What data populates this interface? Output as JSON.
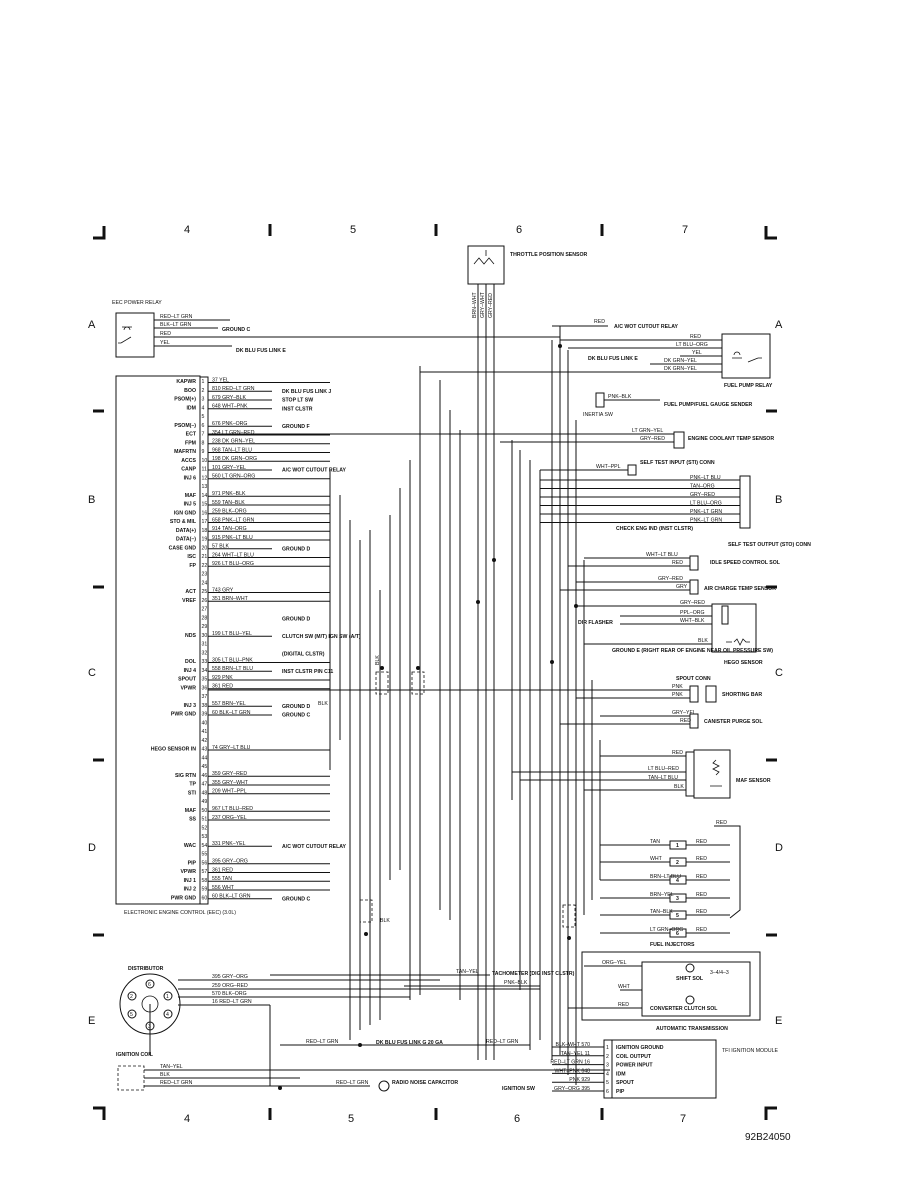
{
  "grid": {
    "columns": [
      "4",
      "5",
      "6",
      "7"
    ],
    "rows": [
      "A",
      "B",
      "C",
      "D",
      "E"
    ]
  },
  "figure_id": "92B24050",
  "eec_relay": {
    "title": "EEC POWER RELAY",
    "wires": [
      "RED–LT GRN",
      "BLK–LT GRN",
      "RED",
      "YEL"
    ],
    "ground": "GROUND C",
    "fuse": "DK BLU FUS LINK E"
  },
  "tps": {
    "title": "THROTTLE POSITION SENSOR",
    "wires": [
      "BRN–WHT",
      "GRY–WHT",
      "GRY–RED"
    ]
  },
  "ecm": {
    "label": "ELECTRONIC ENGINE CONTROL (EEC) (3.0L)",
    "pins": [
      {
        "n": "1",
        "name": "KAPWR",
        "wire": "37 YEL",
        "dest": ""
      },
      {
        "n": "2",
        "name": "BOO",
        "wire": "810 RED–LT GRN",
        "dest": "DK BLU FUS LINK J"
      },
      {
        "n": "3",
        "name": "PSOM(+)",
        "wire": "679 GRY–BLK",
        "dest": "STOP LT SW"
      },
      {
        "n": "4",
        "name": "IDM",
        "wire": "648 WHT–PNK",
        "dest": "INST CLSTR"
      },
      {
        "n": "5",
        "name": "",
        "wire": "",
        "dest": ""
      },
      {
        "n": "6",
        "name": "PSOM(–)",
        "wire": "676 PNK–ORG",
        "dest": "GROUND F"
      },
      {
        "n": "7",
        "name": "ECT",
        "wire": "354 LT GRN–RED",
        "dest": ""
      },
      {
        "n": "8",
        "name": "FPM",
        "wire": "238 DK GRN–YEL",
        "dest": ""
      },
      {
        "n": "9",
        "name": "MAFRTN",
        "wire": "968 TAN–LT BLU",
        "dest": ""
      },
      {
        "n": "10",
        "name": "ACCS",
        "wire": "198 DK GRN–ORG",
        "dest": ""
      },
      {
        "n": "11",
        "name": "CANP",
        "wire": "101 GRY–YEL",
        "dest": "A/C WOT CUTOUT RELAY"
      },
      {
        "n": "12",
        "name": "INJ 6",
        "wire": "560 LT GRN–ORG",
        "dest": ""
      },
      {
        "n": "13",
        "name": "",
        "wire": "",
        "dest": ""
      },
      {
        "n": "14",
        "name": "MAF",
        "wire": "971 PNK–BLK",
        "dest": ""
      },
      {
        "n": "15",
        "name": "INJ 5",
        "wire": "559 TAN–BLK",
        "dest": ""
      },
      {
        "n": "16",
        "name": "IGN GND",
        "wire": "259 BLK–ORG",
        "dest": ""
      },
      {
        "n": "17",
        "name": "STO & MIL",
        "wire": "658 PNK–LT GRN",
        "dest": ""
      },
      {
        "n": "18",
        "name": "DATA(+)",
        "wire": "914 TAN–ORG",
        "dest": ""
      },
      {
        "n": "19",
        "name": "DATA(–)",
        "wire": "915 PNK–LT BLU",
        "dest": ""
      },
      {
        "n": "20",
        "name": "CASE GND",
        "wire": "57 BLK",
        "dest": "GROUND D"
      },
      {
        "n": "21",
        "name": "ISC",
        "wire": "264 WHT–LT BLU",
        "dest": ""
      },
      {
        "n": "22",
        "name": "FP",
        "wire": "926 LT BLU–ORG",
        "dest": ""
      },
      {
        "n": "23",
        "name": "",
        "wire": "",
        "dest": ""
      },
      {
        "n": "24",
        "name": "",
        "wire": "",
        "dest": ""
      },
      {
        "n": "25",
        "name": "ACT",
        "wire": "743 GRY",
        "dest": ""
      },
      {
        "n": "26",
        "name": "VREF",
        "wire": "351 BRN–WHT",
        "dest": ""
      },
      {
        "n": "27",
        "name": "",
        "wire": "",
        "dest": ""
      },
      {
        "n": "28",
        "name": "",
        "wire": "",
        "dest": "GROUND D"
      },
      {
        "n": "29",
        "name": "",
        "wire": "",
        "dest": ""
      },
      {
        "n": "30",
        "name": "NDS",
        "wire": "199 LT BLU–YEL",
        "dest": "CLUTCH SW (M/T) IGN SW (A/T)"
      },
      {
        "n": "31",
        "name": "",
        "wire": "",
        "dest": ""
      },
      {
        "n": "32",
        "name": "",
        "wire": "",
        "dest": "(DIGITAL CLSTR)"
      },
      {
        "n": "33",
        "name": "DOL",
        "wire": "305 LT BLU–PNK",
        "dest": ""
      },
      {
        "n": "34",
        "name": "INJ 4",
        "wire": "558 BRN–LT BLU",
        "dest": "INST CLSTR PIN C11"
      },
      {
        "n": "35",
        "name": "SPOUT",
        "wire": "929 PNK",
        "dest": ""
      },
      {
        "n": "36",
        "name": "VPWR",
        "wire": "361 RED",
        "dest": ""
      },
      {
        "n": "37",
        "name": "",
        "wire": "",
        "dest": ""
      },
      {
        "n": "38",
        "name": "INJ 3",
        "wire": "557 BRN–YEL",
        "dest": "GROUND D"
      },
      {
        "n": "39",
        "name": "PWR GND",
        "wire": "60 BLK–LT GRN",
        "dest": "GROUND C"
      },
      {
        "n": "40",
        "name": "",
        "wire": "",
        "dest": ""
      },
      {
        "n": "41",
        "name": "",
        "wire": "",
        "dest": ""
      },
      {
        "n": "42",
        "name": "",
        "wire": "",
        "dest": ""
      },
      {
        "n": "43",
        "name": "HEGO SENSOR IN",
        "wire": "74 GRY–LT BLU",
        "dest": ""
      },
      {
        "n": "44",
        "name": "",
        "wire": "",
        "dest": ""
      },
      {
        "n": "45",
        "name": "",
        "wire": "",
        "dest": ""
      },
      {
        "n": "46",
        "name": "SIG RTN",
        "wire": "359 GRY–RED",
        "dest": ""
      },
      {
        "n": "47",
        "name": "TP",
        "wire": "355 GRY–WHT",
        "dest": ""
      },
      {
        "n": "48",
        "name": "STI",
        "wire": "209 WHT–PPL",
        "dest": ""
      },
      {
        "n": "49",
        "name": "",
        "wire": "",
        "dest": ""
      },
      {
        "n": "50",
        "name": "MAF",
        "wire": "967 LT BLU–RED",
        "dest": ""
      },
      {
        "n": "51",
        "name": "SS",
        "wire": "237 ORG–YEL",
        "dest": ""
      },
      {
        "n": "52",
        "name": "",
        "wire": "",
        "dest": ""
      },
      {
        "n": "53",
        "name": "",
        "wire": "",
        "dest": ""
      },
      {
        "n": "54",
        "name": "WAC",
        "wire": "331 PNK–YEL",
        "dest": "A/C WOT CUTOUT RELAY"
      },
      {
        "n": "55",
        "name": "",
        "wire": "",
        "dest": ""
      },
      {
        "n": "56",
        "name": "PIP",
        "wire": "395 GRY–ORG",
        "dest": ""
      },
      {
        "n": "57",
        "name": "VPWR",
        "wire": "361 RED",
        "dest": ""
      },
      {
        "n": "58",
        "name": "INJ 1",
        "wire": "555 TAN",
        "dest": ""
      },
      {
        "n": "59",
        "name": "INJ 2",
        "wire": "556 WHT",
        "dest": ""
      },
      {
        "n": "60",
        "name": "PWR GND",
        "wire": "60 BLK–LT GRN",
        "dest": "GROUND C"
      }
    ]
  },
  "right_components": {
    "ac_wot": "A/C WOT CUTOUT RELAY",
    "fuel_pump_relay": {
      "title": "FUEL PUMP RELAY",
      "wires": [
        "RED",
        "LT BLU–ORG",
        "YEL",
        "DK GRN–YEL",
        "DK GRN–YEL"
      ],
      "fuse": "DK BLU FUS LINK E"
    },
    "inertia": {
      "title": "INERTIA SW",
      "wire": "PNK–BLK",
      "dest": "FUEL PUMP/FUEL GAUGE SENDER"
    },
    "ect": {
      "title": "ENGINE COOLANT TEMP SENSOR",
      "wires": [
        "LT GRN–YEL",
        "GRY–RED"
      ]
    },
    "sti": {
      "title": "SELF TEST INPUT (STI) CONN",
      "wire": "WHT–PPL"
    },
    "sto": {
      "title": "SELF TEST OUTPUT (STO) CONN",
      "wires": [
        "PNK–LT BLU",
        "TAN–ORG",
        "GRY–RED",
        "LT BLU–ORG",
        "PNK–LT GRN",
        "PNK–LT GRN"
      ],
      "check": "CHECK ENG IND (INST CLSTR)"
    },
    "isc": {
      "title": "IDLE SPEED CONTROL SOL",
      "wires": [
        "WHT–LT BLU",
        "RED"
      ]
    },
    "act": {
      "title": "AIR CHARGE TEMP SENSOR",
      "wires": [
        "GRY–RED",
        "GRY"
      ]
    },
    "hego": {
      "title": "HEGO SENSOR",
      "wires": [
        "GRY–RED",
        "PPL–ORG",
        "WHT–BLK",
        "BLK"
      ],
      "dir": "DIR FLASHER",
      "ground": "GROUND E (RIGHT REAR OF ENGINE NEAR OIL PRESSURE SW)"
    },
    "spout": {
      "title": "SPOUT CONN",
      "wires": [
        "PNK",
        "PNK"
      ],
      "bar": "SHORTING BAR"
    },
    "canp": {
      "title": "CANISTER PURGE SOL",
      "wires": [
        "GRY–YEL",
        "RED"
      ]
    },
    "maf": {
      "title": "MAF SENSOR",
      "wires": [
        "RED",
        "LT BLU–RED",
        "TAN–LT BLU",
        "BLK"
      ]
    },
    "injectors": {
      "title": "FUEL INJECTORS",
      "items": [
        {
          "wire": "TAN",
          "n": "1",
          "out": "RED"
        },
        {
          "wire": "WHT",
          "n": "2",
          "out": "RED"
        },
        {
          "wire": "BRN–LT BLU",
          "n": "4",
          "out": "RED"
        },
        {
          "wire": "BRN–YEL",
          "n": "3",
          "out": "RED"
        },
        {
          "wire": "TAN–BLK",
          "n": "5",
          "out": "RED"
        },
        {
          "wire": "LT GRN–ORG",
          "n": "6",
          "out": "RED"
        }
      ],
      "top": "RED"
    },
    "trans": {
      "title": "AUTOMATIC TRANSMISSION",
      "shift": "SHIFT SOL",
      "shift_note": "3–4/4–3",
      "conv": "CONVERTER CLUTCH SOL",
      "wires": [
        "ORG–YEL",
        "WHT",
        "RED"
      ]
    },
    "tfi": {
      "title": "TFI IGNITION MODULE",
      "rows": [
        {
          "n": "1",
          "wire": "BLK–WHT 570",
          "label": "IGNITION GROUND"
        },
        {
          "n": "2",
          "wire": "TAN–YEL 11",
          "label": "COIL OUTPUT"
        },
        {
          "n": "3",
          "wire": "RED–LT GRN 16",
          "label": "POWER INPUT"
        },
        {
          "n": "4",
          "wire": "WHT–PNK 648",
          "label": "IDM"
        },
        {
          "n": "5",
          "wire": "PNK 929",
          "label": "SPOUT"
        },
        {
          "n": "6",
          "wire": "GRY–ORG 395",
          "label": "PIP"
        }
      ]
    }
  },
  "distributor": {
    "title": "DISTRIBUTOR",
    "terminals": [
      "1",
      "2",
      "3",
      "4",
      "5",
      "6"
    ],
    "wires": [
      "395 GRY–ORG",
      "259 ORG–RED",
      "570 BLK–ORG",
      "16 RED–LT GRN"
    ],
    "tach": "TAN–YEL",
    "tach_dest": "TACHOMETER (DIG INST CLSTR)",
    "pnk": "PNK–BLK"
  },
  "ignition": {
    "title": "IGNITION COIL",
    "wires": [
      "TAN–YEL",
      "BLK",
      "RED–LT GRN"
    ],
    "fuse": "DK BLU FUS LINK G 20 GA",
    "left": "RED–LT GRN",
    "right": "RED–LT GRN",
    "cap_wire": "RED–LT GRN",
    "cap": "RADIO NOISE CAPACITOR",
    "sw": "IGNITION SW"
  },
  "bus_labels": {
    "blk": "BLK",
    "blk2": "BLK",
    "blk3": "BLK",
    "red": "RED",
    "tan_org": "TAN–ORG",
    "brn_blu": "BRN–LT BLU"
  }
}
